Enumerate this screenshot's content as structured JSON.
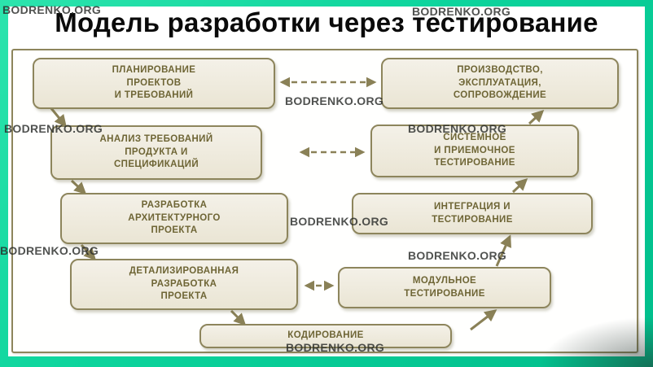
{
  "title": "Модель разработки через тестирование",
  "watermark": {
    "text": "BODRENKO.ORG"
  },
  "diagram": {
    "boxes": {
      "planning": "ПЛАНИРОВАНИЕ\nПРОЕКТОВ\nИ ТРЕБОВАНИЙ",
      "production": "ПРОИЗВОДСТВО,\nЭКСПЛУАТАЦИЯ,\nСОПРОВОЖДЕНИЕ",
      "analysis": "АНАЛИЗ ТРЕБОВАНИЙ\nПРОДУКТА И\nСПЕЦИФИКАЦИЙ",
      "system_testing": "СИСТЕМНОЕ\nИ ПРИЕМОЧНОЕ\nТЕСТИРОВАНИЕ",
      "architecture": "РАЗРАБОТКА\nАРХИТЕКТУРНОГО\nПРОЕКТА",
      "integration": "ИНТЕГРАЦИЯ И\nТЕСТИРОВАНИЕ",
      "detailed_design": "ДЕТАЛИЗИРОВАННАЯ\nРАЗРАБОТКА\nПРОЕКТА",
      "module_testing": "МОДУЛЬНОЕ\nТЕСТИРОВАНИЕ",
      "coding": "КОДИРОВАНИЕ"
    },
    "colors": {
      "frame_green": "#0cd49c",
      "panel_background": "#ffffff",
      "box_fill": "#f0ecdf",
      "box_border": "#8d855c",
      "box_text": "#6e6535",
      "arrow": "#8a8157",
      "title_text": "#0a0a0a",
      "watermark_text": "#2a2c2a"
    }
  }
}
